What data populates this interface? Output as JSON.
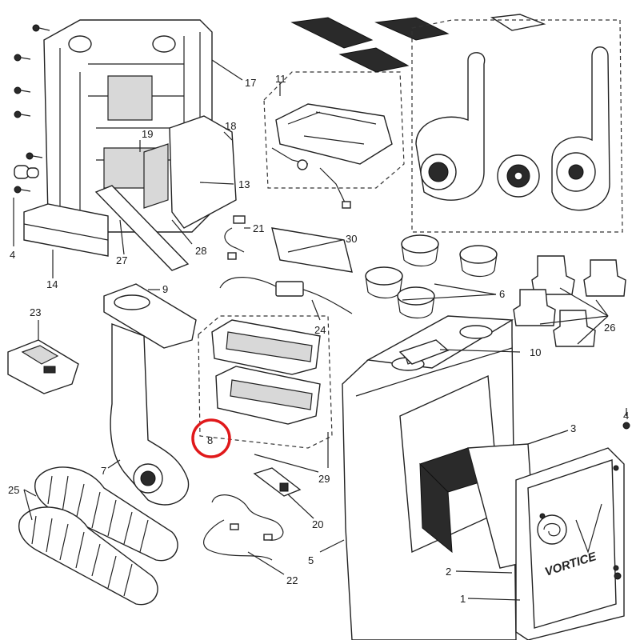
{
  "diagram": {
    "brand_text": "VORTICE",
    "highlight_color": "#e0191b",
    "highlighted_part": "8",
    "callouts": [
      {
        "id": "17",
        "text": "17"
      },
      {
        "id": "11",
        "text": "11"
      },
      {
        "id": "18",
        "text": "18"
      },
      {
        "id": "19",
        "text": "19"
      },
      {
        "id": "13",
        "text": "13"
      },
      {
        "id": "21",
        "text": "21"
      },
      {
        "id": "30",
        "text": "30"
      },
      {
        "id": "4a",
        "text": "4"
      },
      {
        "id": "14",
        "text": "14"
      },
      {
        "id": "27",
        "text": "27"
      },
      {
        "id": "28",
        "text": "28"
      },
      {
        "id": "9",
        "text": "9"
      },
      {
        "id": "6",
        "text": "6"
      },
      {
        "id": "23",
        "text": "23"
      },
      {
        "id": "24",
        "text": "24"
      },
      {
        "id": "26",
        "text": "26"
      },
      {
        "id": "10",
        "text": "10"
      },
      {
        "id": "8",
        "text": "8"
      },
      {
        "id": "7",
        "text": "7"
      },
      {
        "id": "29",
        "text": "29"
      },
      {
        "id": "3",
        "text": "3"
      },
      {
        "id": "4b",
        "text": "4"
      },
      {
        "id": "25",
        "text": "25"
      },
      {
        "id": "20",
        "text": "20"
      },
      {
        "id": "5",
        "text": "5"
      },
      {
        "id": "22",
        "text": "22"
      },
      {
        "id": "2",
        "text": "2"
      },
      {
        "id": "1",
        "text": "1"
      }
    ]
  }
}
